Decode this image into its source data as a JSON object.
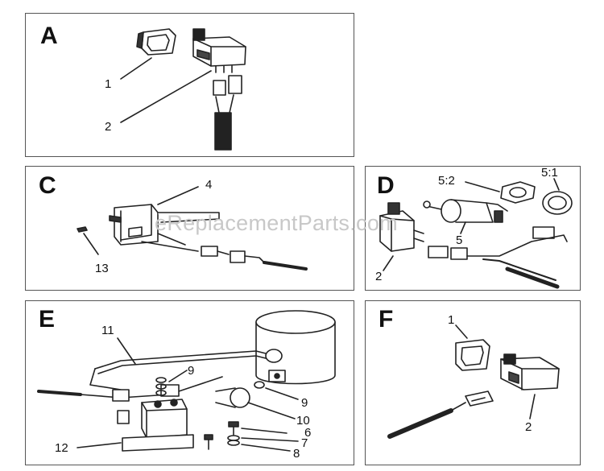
{
  "watermark": "eReplacementParts.com",
  "panels": {
    "A": {
      "letter": "A",
      "callouts": [
        "1",
        "2"
      ]
    },
    "C": {
      "letter": "C",
      "callouts": [
        "4",
        "13"
      ]
    },
    "D": {
      "letter": "D",
      "callouts": [
        "5:2",
        "5:1",
        "5",
        "2"
      ]
    },
    "E": {
      "letter": "E",
      "callouts": [
        "11",
        "9",
        "9",
        "10",
        "6",
        "7",
        "8",
        "12"
      ]
    },
    "F": {
      "letter": "F",
      "callouts": [
        "1",
        "2"
      ]
    }
  }
}
